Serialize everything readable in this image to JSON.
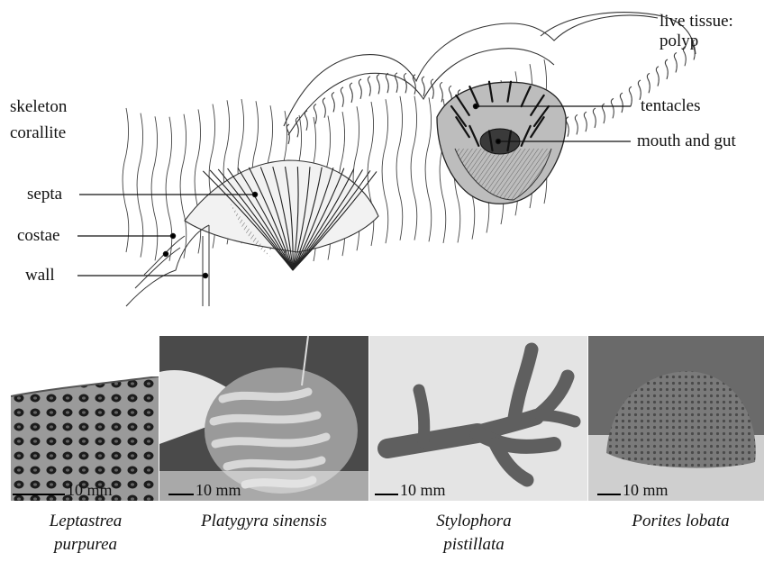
{
  "labels": {
    "live_tissue_line1": "live tissue:",
    "live_tissue_line2": "polyp",
    "skeleton_line1": "skeleton",
    "skeleton_line2": "corallite",
    "tentacles": "tentacles",
    "mouth_and_gut": "mouth and gut",
    "septa": "septa",
    "costae": "costae",
    "wall": "wall"
  },
  "species": [
    {
      "name_line1": "Leptastrea",
      "name_line2": "purpurea",
      "scale_label": "10 mm"
    },
    {
      "name_line1": "Platygyra sinensis",
      "name_line2": "",
      "scale_label": "10 mm"
    },
    {
      "name_line1": "Stylophora",
      "name_line2": "pistillata",
      "scale_label": "10 mm"
    },
    {
      "name_line1": "Porites lobata",
      "name_line2": "",
      "scale_label": "10 mm"
    }
  ]
}
